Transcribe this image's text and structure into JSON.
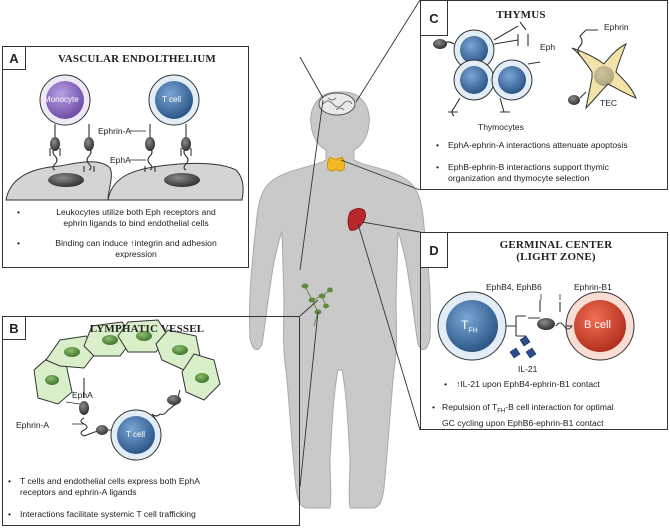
{
  "panels": {
    "a": {
      "letter": "A",
      "title": "VASCULAR ENDOLTHELIUM",
      "cell_monocyte": "Monocyte",
      "cell_t": "T cell",
      "label_ephrin_a": "Ephrin-A",
      "label_epha": "EphA",
      "bullet_1_line_1": "Leukocytes utilize both Eph receptors and",
      "bullet_1_line_2": "ephrin ligands to bind endothelial cells",
      "bullet_2_line_1": "Binding can induce ↑integrin and adhesion",
      "bullet_2_line_2": "expression"
    },
    "b": {
      "letter": "B",
      "title": "LYMPHATIC VESSEL",
      "cell_t": "T cell",
      "label_epha": "EphA",
      "label_ephrin_a": "Ephrin-A",
      "bullet_1_line_1": "T cells and endothelial cells express both EphA",
      "bullet_1_line_2": "receptors and ephrin-A ligands",
      "bullet_2": "Interactions facilitate systemic T cell trafficking"
    },
    "c": {
      "letter": "C",
      "title": "THYMUS",
      "label_eph": "Eph",
      "label_ephrin": "Ephrin",
      "label_thymocytes": "Thymocytes",
      "label_tec": "TEC",
      "bullet_1": "EphA-ephrin-A interactions attenuate apoptosis",
      "bullet_2_line_1": "EphB-ephrin-B interactions support thymic",
      "bullet_2_line_2": "organization and thymocyte selection"
    },
    "d": {
      "letter": "D",
      "title_line_1": "GERMINAL CENTER",
      "title_line_2": "(LIGHT ZONE)",
      "label_ephb": "EphB4, EphB6",
      "label_ephrin_b1": "Ephrin-B1",
      "cell_tfh": "T",
      "cell_tfh_sub": "FH",
      "cell_b": "B cell",
      "label_il21": "IL-21",
      "bullet_1": "↑IL-21 upon EphB4-ephrin-B1 contact",
      "bullet_2_line_1_a": "Repulsion of T",
      "bullet_2_line_1_sub": "FH",
      "bullet_2_line_1_b": "-B cell interaction for optimal",
      "bullet_2_line_2": "GC cycling upon EphB6-ephrin-B1 contact"
    }
  },
  "bullet_char": "•",
  "colors": {
    "body": "#c8c8c8",
    "monocyte": "#8e6fc2",
    "tcell": "#3f6a9a",
    "endothelium": "#d4d4d4",
    "lymph_cell": "#d9efc9",
    "lymph_nucleus": "#4f7f3a",
    "tec": "#f2e3a8",
    "bcell": "#f6c9bd",
    "bcell_nucleus": "#c9432f",
    "thymus_organ": "#f2b824",
    "spleen_organ": "#b9262b",
    "receptor": "#3b3b3b",
    "il21": "#2b4c8c"
  }
}
